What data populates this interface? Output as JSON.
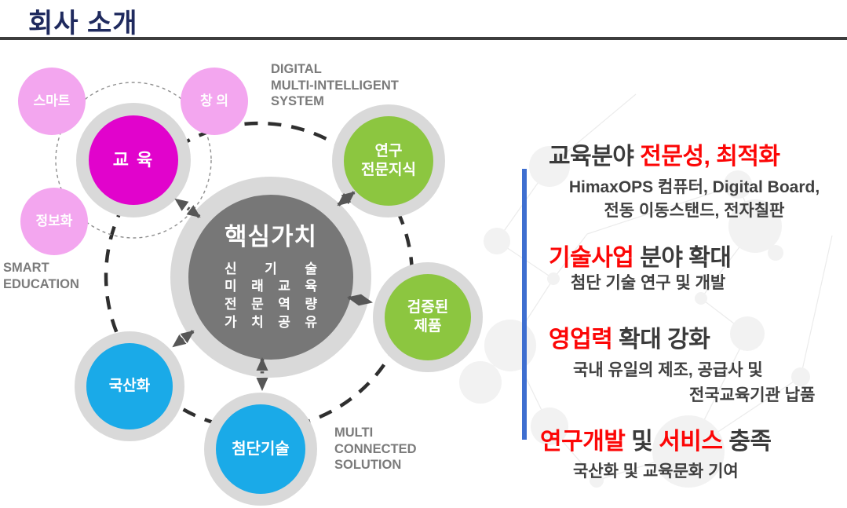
{
  "title": "회사 소개",
  "diagram": {
    "center": {
      "title": "핵심가치",
      "values": [
        "신 기 술",
        "미 래 교 육",
        "전 문 역 량",
        "가 치 공 유"
      ]
    },
    "satellites": {
      "education": "교  육",
      "research": {
        "line1": "연구",
        "line2": "전문지식"
      },
      "product": {
        "line1": "검증된",
        "line2": "제품"
      },
      "localization": "국산화",
      "hightech": "첨단기술"
    },
    "minis": [
      "스마트",
      "창 의",
      "정보화"
    ],
    "labels": {
      "top": [
        "DIGITAL",
        "MULTI-INTELLIGENT",
        "SYSTEM"
      ],
      "left": [
        "SMART",
        "EDUCATION"
      ],
      "bottom": [
        "MULTI",
        "CONNECTED",
        "SOLUTION"
      ]
    }
  },
  "panel": {
    "items": [
      {
        "heading": [
          {
            "text": "교육분야 ",
            "color": "dark"
          },
          {
            "text": "전문성, 최적화",
            "color": "red"
          }
        ],
        "sub": [
          "HimaxOPS 컴퓨터, Digital Board,",
          "전동 이동스탠드, 전자칠판"
        ]
      },
      {
        "heading": [
          {
            "text": "기술사업",
            "color": "red"
          },
          {
            "text": " 분야 확대",
            "color": "dark"
          }
        ],
        "sub": [
          "첨단 기술 연구 및 개발"
        ]
      },
      {
        "heading": [
          {
            "text": "영업력",
            "color": "red"
          },
          {
            "text": " 확대 강화",
            "color": "dark"
          }
        ],
        "sub": [
          "국내 유일의 제조, 공급사 및",
          "전국교육기관 납품"
        ]
      },
      {
        "heading": [
          {
            "text": "연구개발",
            "color": "red"
          },
          {
            "text": " 및 ",
            "color": "dark"
          },
          {
            "text": "서비스",
            "color": "red"
          },
          {
            "text": " 충족",
            "color": "dark"
          }
        ],
        "sub": [
          "국산화 및 교육문화 기여"
        ]
      }
    ]
  },
  "colors": {
    "title_navy": "#1F2A5E",
    "red_accent": "#FC0606",
    "dark_text": "#3B3B3B",
    "magenta": "#E103CC",
    "light_pink": "#F3A6EF",
    "green": "#8CC640",
    "blue": "#1AAAE8",
    "center_gray": "#777777",
    "ring_gray": "#D9D9D9",
    "accent_bar_blue": "#3E6ED0"
  }
}
